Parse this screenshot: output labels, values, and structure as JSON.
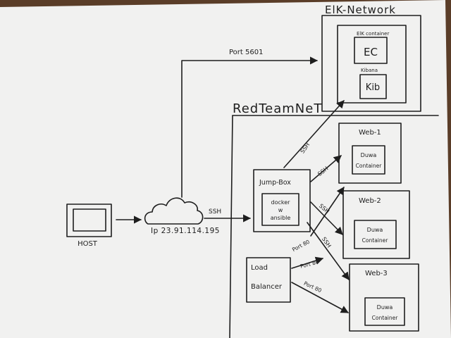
{
  "colors": {
    "desk": "#5a3d28",
    "paper": "#f1f1f0",
    "ink": "#1e1e1e"
  },
  "elk_network": {
    "title": "ElK-Network",
    "elk_container": {
      "label": "ElK container",
      "box_label": "EC"
    },
    "kibana": {
      "label": "Kibana",
      "box_label": "Kib"
    }
  },
  "red_team_net": {
    "title": "RedTeamNeT"
  },
  "host": {
    "label": "HOST"
  },
  "cloud": {
    "label": "Ip 23.91.114.195"
  },
  "jump_box": {
    "title": "Jump-Box",
    "inner_line1": "docker",
    "inner_line2": "w",
    "inner_line3": "ansible"
  },
  "load_balancer": {
    "line1": "Load",
    "line2": "Balancer"
  },
  "web_servers": [
    {
      "title": "Web-1",
      "inner_line1": "Duwa",
      "inner_line2": "Container"
    },
    {
      "title": "Web-2",
      "inner_line1": "Duwa",
      "inner_line2": "Container"
    },
    {
      "title": "Web-3",
      "inner_line1": "Duwa",
      "inner_line2": "Container"
    }
  ],
  "connections": {
    "port_5601": "Port 5601",
    "ssh_cloud_jump": "SSH",
    "ssh_jump_elk": "SSH",
    "ssh_jump_web1": "SSH",
    "ssh_jump_web2": "SSH",
    "ssh_jump_web3": "SSH",
    "port80_a": "Port 80",
    "port80_b": "Port 80",
    "port80_c": "Port 80"
  }
}
